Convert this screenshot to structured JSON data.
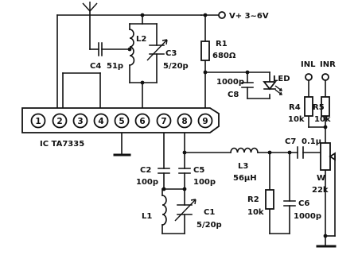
{
  "ic": {
    "label": "IC TA7335",
    "pins": [
      "1",
      "2",
      "3",
      "4",
      "5",
      "6",
      "7",
      "8",
      "9"
    ]
  },
  "supply": {
    "label": "V+ 3~6V"
  },
  "components": {
    "c4": {
      "ref": "C4",
      "value": "51p"
    },
    "l2": {
      "ref": "L2"
    },
    "c3": {
      "ref": "C3",
      "value": "5/20p"
    },
    "r1": {
      "ref": "R1",
      "value": "680Ω"
    },
    "c8": {
      "ref": "C8",
      "value": "1000p"
    },
    "led": {
      "ref": "LED"
    },
    "inl": {
      "ref": "INL"
    },
    "inr": {
      "ref": "INR"
    },
    "r4": {
      "ref": "R4",
      "value": "10k"
    },
    "r5": {
      "ref": "R5",
      "value": "10k"
    },
    "c2": {
      "ref": "C2",
      "value": "100p"
    },
    "c5": {
      "ref": "C5",
      "value": "100p"
    },
    "l3": {
      "ref": "L3",
      "value": "56μH"
    },
    "c7": {
      "ref": "C7",
      "value": "0.1μ"
    },
    "w": {
      "ref": "W",
      "value": "22k"
    },
    "l1": {
      "ref": "L1"
    },
    "c1": {
      "ref": "C1",
      "value": "5/20p"
    },
    "r2": {
      "ref": "R2",
      "value": "10k"
    },
    "c6": {
      "ref": "C6",
      "value": "1000p"
    }
  }
}
